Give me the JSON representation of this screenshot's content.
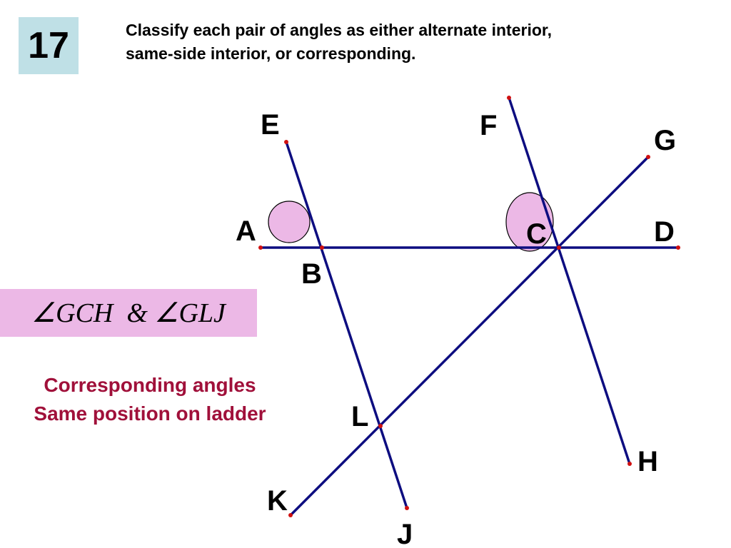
{
  "slide": {
    "number": "17",
    "instruction_line1": "Classify each pair of angles as either alternate interior,",
    "instruction_line2": "same-side interior, or corresponding."
  },
  "angle_pair": {
    "text": "∠GCH  & ∠GLJ"
  },
  "answer": {
    "line1": "Corresponding angles",
    "line2": "Same position on ladder"
  },
  "diagram": {
    "labels": {
      "E": "E",
      "F": "F",
      "G": "G",
      "A": "A",
      "B": "B",
      "C": "C",
      "D": "D",
      "L": "L",
      "H": "H",
      "K": "K",
      "J": "J"
    },
    "colors": {
      "line": "#0d0d80",
      "point": "#d01010",
      "angle_fill": "#ecb8e6"
    }
  }
}
